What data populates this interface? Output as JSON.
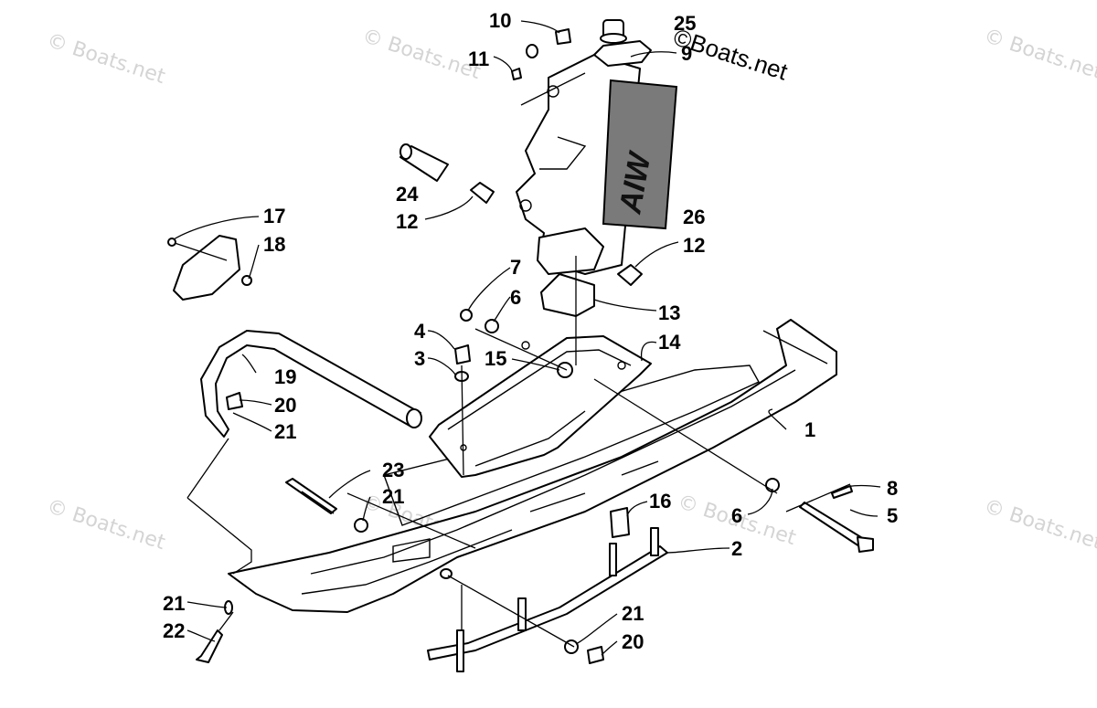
{
  "watermark": "© Boats.net",
  "brand_mark": "©Boats.net",
  "decal_text": "AIW",
  "callouts": {
    "c1": "1",
    "c2": "2",
    "c3": "3",
    "c4": "4",
    "c5": "5",
    "c6a": "6",
    "c6b": "6",
    "c7": "7",
    "c8": "8",
    "c9": "9",
    "c10": "10",
    "c11": "11",
    "c12a": "12",
    "c12b": "12",
    "c13": "13",
    "c14": "14",
    "c15": "15",
    "c16": "16",
    "c17": "17",
    "c18": "18",
    "c19": "19",
    "c20a": "20",
    "c20b": "20",
    "c21a": "21",
    "c21b": "21",
    "c21c": "21",
    "c21d": "21",
    "c22": "22",
    "c23": "23",
    "c24": "24",
    "c25": "25",
    "c26": "26"
  }
}
